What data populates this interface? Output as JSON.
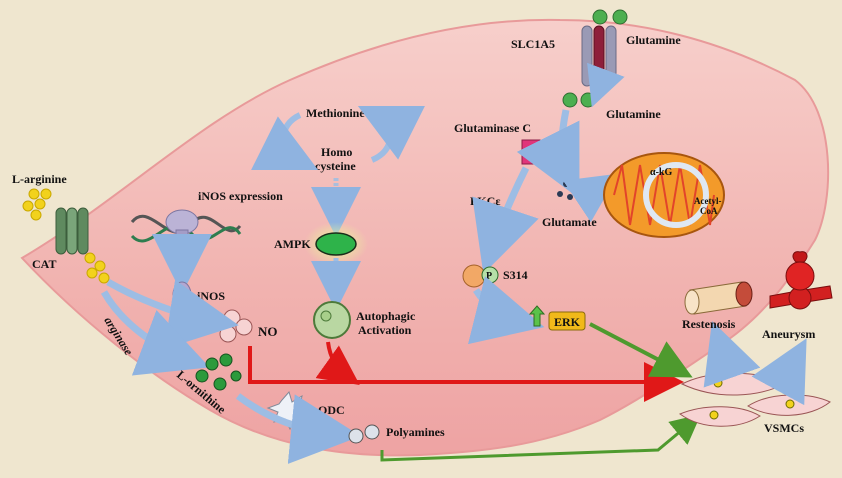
{
  "labels": {
    "l_arginine": "L-arginine",
    "cat": "CAT",
    "inos_expression": "iNOS expression",
    "inos": "iNOS",
    "no": "NO",
    "arginase": "arginase",
    "l_ornithine": "L-ornithine",
    "odc": "ODC",
    "polyamines": "Polyamines",
    "methionine": "Methionine",
    "homo": "Homo",
    "cysteine": "cysteine",
    "ampk": "AMPK",
    "autophagic": "Autophagic",
    "activation": "Activation",
    "slc1a5": "SLC1A5",
    "glutamine_top": "Glutamine",
    "glutamine_mid": "Glutamine",
    "glutaminase_c": "Glutaminase C",
    "pkce": "PKCε",
    "glutamate": "Glutamate",
    "akg": "α-kG",
    "acetyl": "Acetyl-",
    "coa": "CoA",
    "p": "P",
    "s314": "S314",
    "erk": "ERK",
    "restenosis": "Restenosis",
    "aneurysm": "Aneurysm",
    "vsmcs": "VSMCs"
  },
  "colors": {
    "background": "#efe6cf",
    "cell_fill": "#f0b3b3",
    "cell_edge": "#e89a9a",
    "arrow_blue": "#9dbde4",
    "arrow_red": "#e01818",
    "arrow_green": "#4e9a2e",
    "erk_box": "#f1b91a",
    "mito_outer": "#f39a2a",
    "mito_inner": "#e2442a",
    "ampk": "#2eb34a",
    "polyamine_green": "#2c9a3c",
    "glutamine_green": "#4caf50"
  }
}
